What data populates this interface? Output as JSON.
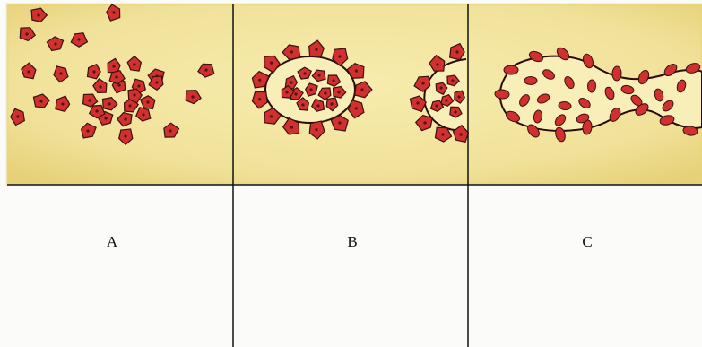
{
  "panels": [
    {
      "label": "A",
      "stage": "scattered-cells"
    },
    {
      "label": "B",
      "stage": "cells-forming-ring"
    },
    {
      "label": "C",
      "stage": "elongated-vessel"
    }
  ],
  "colors": {
    "background_paper": "#fbfbf9",
    "yellow_wash": "#f3e7a0",
    "yellow_deep": "#e8d37a",
    "cell_red": "#d0312e",
    "cell_outline": "#3a1010",
    "nucleus": "#5a0f12",
    "divider": "#111111"
  }
}
